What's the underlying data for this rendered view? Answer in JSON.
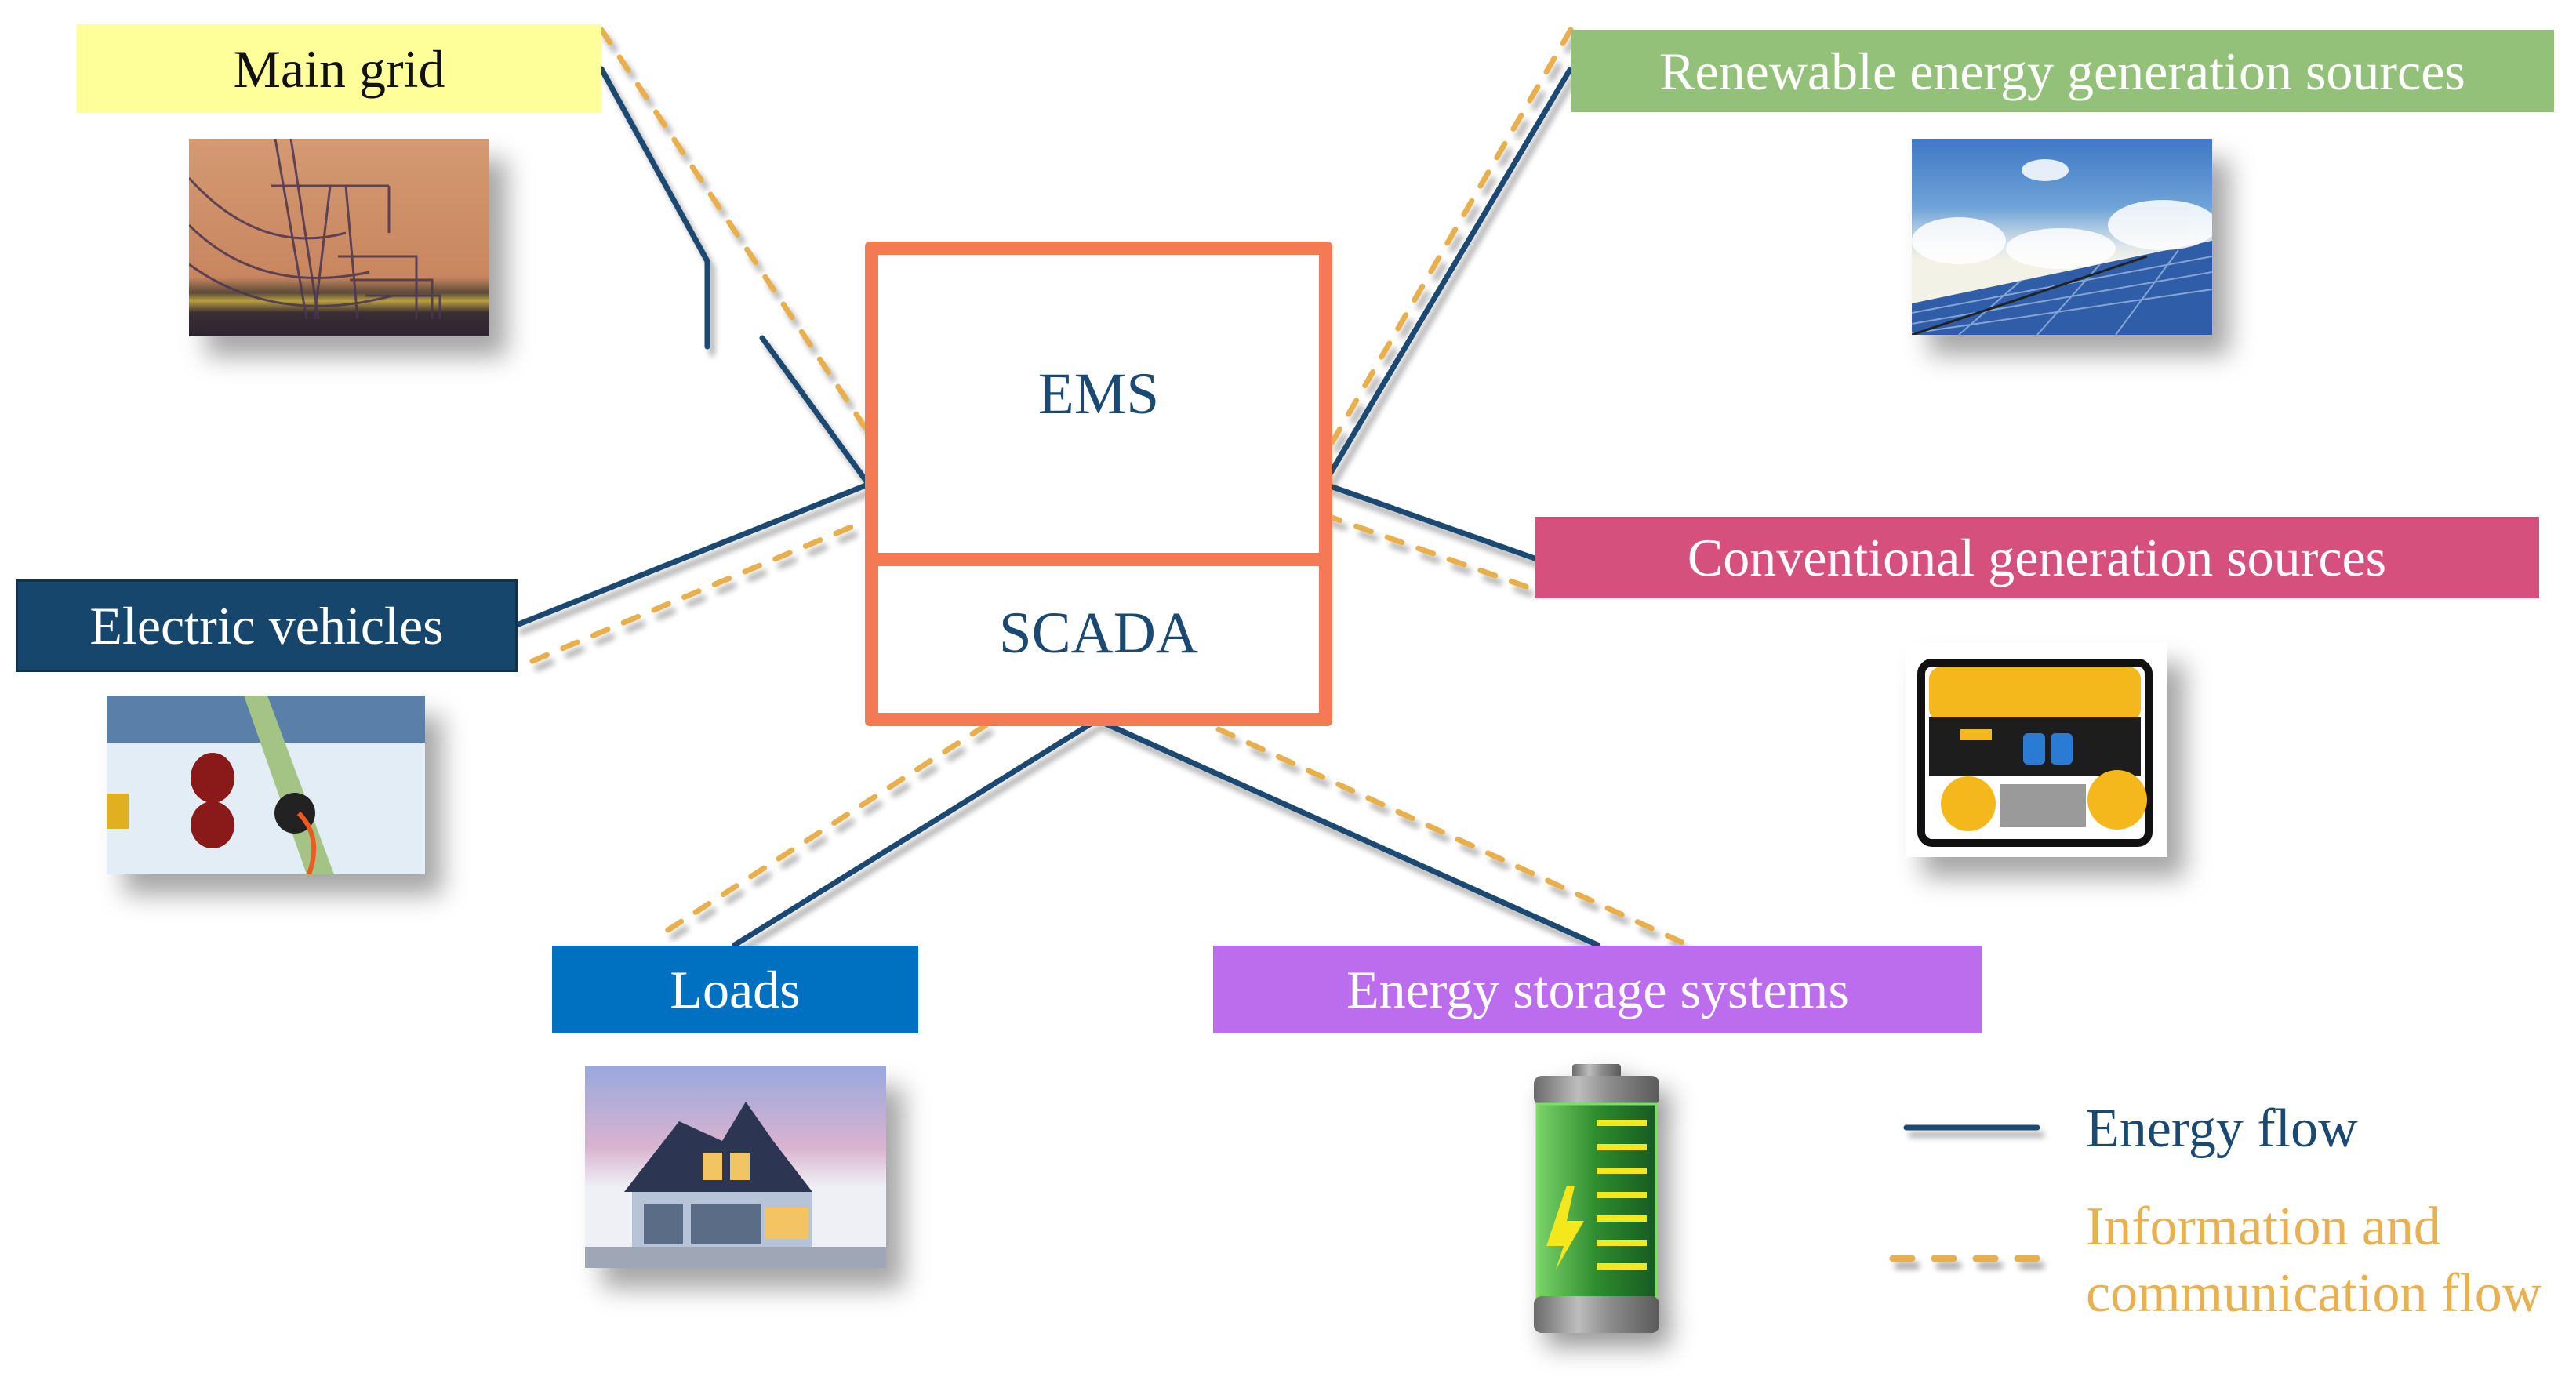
{
  "diagram": {
    "core": {
      "top_label": "EMS",
      "bottom_label": "SCADA",
      "border_color": "#f47a55",
      "text_color": "#1a4a72"
    },
    "nodes": {
      "main_grid": {
        "label": "Main grid",
        "bg": "#ffff99",
        "text_color": "#111111",
        "image": "transmission-towers-photo"
      },
      "renewable": {
        "label": "Renewable energy generation sources",
        "bg": "#93c17a",
        "text_color": "#ffffff",
        "image": "solar-panels-photo"
      },
      "conventional": {
        "label": "Conventional generation sources",
        "bg": "#d6507d",
        "text_color": "#ffffff",
        "image": "portable-generator-photo"
      },
      "electric_vehicles": {
        "label": "Electric vehicles",
        "bg": "#17466d",
        "text_color": "#ffffff",
        "image": "ev-charging-photo"
      },
      "loads": {
        "label": "Loads",
        "bg": "#0070c0",
        "text_color": "#ffffff",
        "image": "house-photo"
      },
      "storage": {
        "label": "Energy storage systems",
        "bg": "#bc6ded",
        "text_color": "#ffffff",
        "image": "battery-icon"
      }
    },
    "legend": {
      "energy_flow": {
        "label": "Energy flow",
        "color": "#1a4a72",
        "style": "solid"
      },
      "info_flow": {
        "label_line1": "Information and",
        "label_line2": "communication flow",
        "color": "#e8b04e",
        "style": "dashed"
      }
    },
    "connections": [
      {
        "from": "main_grid",
        "to": "EMS",
        "energy": true,
        "info": true
      },
      {
        "from": "renewable",
        "to": "EMS",
        "energy": true,
        "info": true
      },
      {
        "from": "conventional",
        "to": "EMS",
        "energy": true,
        "info": true
      },
      {
        "from": "electric_vehicles",
        "to": "EMS",
        "energy": true,
        "info": true
      },
      {
        "from": "loads",
        "to": "SCADA",
        "energy": true,
        "info": true
      },
      {
        "from": "storage",
        "to": "SCADA",
        "energy": true,
        "info": true
      }
    ]
  }
}
